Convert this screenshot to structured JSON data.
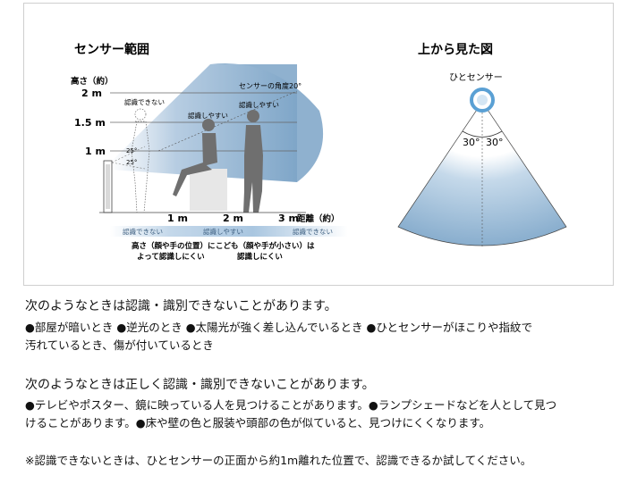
{
  "side_view": {
    "title": "センサー範囲",
    "height_axis_label": "高さ（約）",
    "height_ticks": [
      "2 m",
      "1.5 m",
      "1 m"
    ],
    "distance_ticks": [
      "1 m",
      "2 m",
      "3 m"
    ],
    "distance_axis_label": "距離（約）",
    "angle_callout": "センサーの角度20°",
    "angle_marks": [
      "25°",
      "25°"
    ],
    "zone_labels": {
      "near_upper": "認識できない",
      "far_upper": "認識しやすい",
      "middle": "認識しやすい"
    },
    "strip_labels": [
      "認識できない",
      "認識しやすい",
      "認識できない"
    ],
    "caption_left": [
      "高さ（顔や手の位置）に",
      "よって認識しにくい"
    ],
    "caption_right": [
      "こども（顔や手が小さい）は",
      "認識しにくい"
    ]
  },
  "top_view": {
    "title": "上から見た図",
    "sensor_label": "ひとセンサー",
    "angle_left": "30°",
    "angle_right": "30°"
  },
  "notes": {
    "note1_heading": "次のようなときは認識・識別できないことがあります。",
    "note1_line1": "●部屋が暗いとき ●逆光のとき ●太陽光が強く差し込んでいるとき ●ひとセンサーがほこりや指紋で",
    "note1_line2": "汚れているとき、傷が付いているとき",
    "note2_heading": "次のようなときは正しく認識・識別できないことがあります。",
    "note2_line1": "●テレビやポスター、鏡に映っている人を見つけることがあります。●ランプシェードなどを人として見つ",
    "note2_line2": "けることがあります。●床や壁の色と服装や頭部の色が似ていると、見つけにくくなります。",
    "note3": "※認識できないときは、ひとセンサーの正面から約1m離れた位置で、認識できるか試してください。"
  },
  "colors": {
    "beam_blue": "#8fb1cf",
    "strip_blue": "#a9c6e0",
    "sensor_ring": "#5aa0d4"
  }
}
